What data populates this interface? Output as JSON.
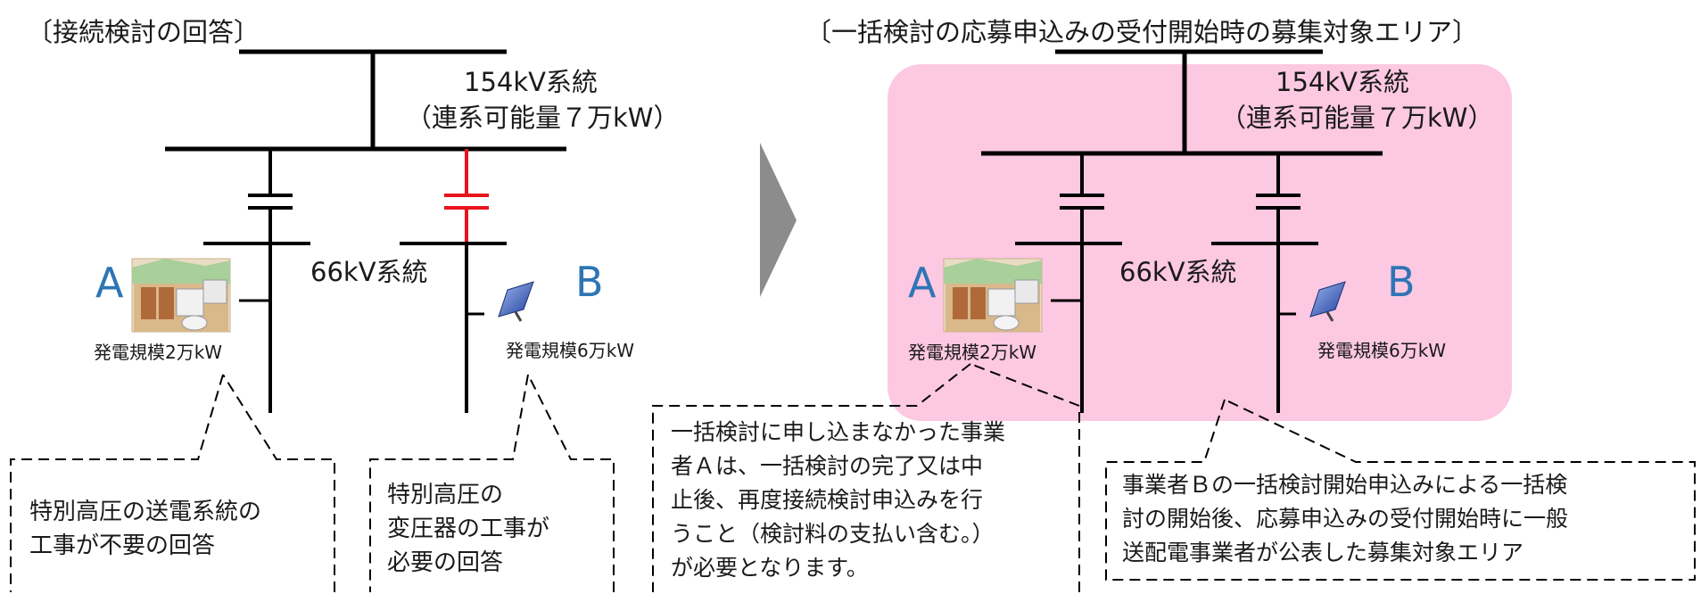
{
  "left": {
    "title": "〔接続検討の回答〕",
    "system_154": "154kV系統",
    "capacity": "（連系可能量７万kW）",
    "system_66": "66kV系統",
    "gen_a": {
      "letter": "A",
      "scale": "発電規模2万kW"
    },
    "gen_b": {
      "letter": "B",
      "scale": "発電規模6万kW"
    },
    "callout_a": [
      "特別高圧の送電系統の",
      "工事が不要の回答"
    ],
    "callout_b": [
      "特別高圧の",
      "変圧器の工事が",
      "必要の回答"
    ]
  },
  "right": {
    "title": "〔一括検討の応募申込みの受付開始時の募集対象エリア〕",
    "system_154": "154kV系統",
    "capacity": "（連系可能量７万kW）",
    "system_66": "66kV系統",
    "gen_a": {
      "letter": "A",
      "scale": "発電規模2万kW"
    },
    "gen_b": {
      "letter": "B",
      "scale": "発電規模6万kW"
    },
    "callout_a": [
      "一括検討に申し込まなかった事業",
      "者Ａは、一括検討の完了又は中",
      "止後、再度接続検討申込みを行",
      "うこと（検討料の支払い含む。）",
      "が必要となります。"
    ],
    "callout_b": [
      "事業者Ｂの一括検討開始申込みによる一括検",
      "討の開始後、応募申込みの受付開始時に一般",
      "送配電事業者が公表した募集対象エリア"
    ]
  },
  "colors": {
    "area_fill": "#fcc8e2",
    "highlight_transformer": "#e8141c",
    "letter_blue": "#2e75b6",
    "arrow_gray": "#8c8c8c"
  }
}
